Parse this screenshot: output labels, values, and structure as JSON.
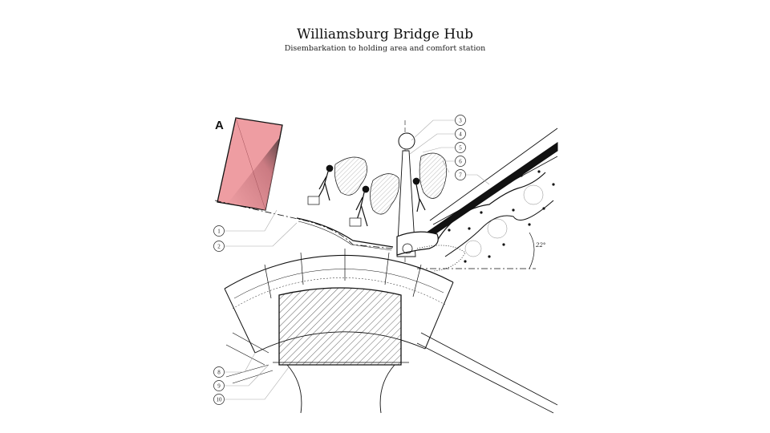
{
  "header": {
    "title": "Williamsburg Bridge Hub",
    "subtitle": "Disembarkation to holding area and comfort station"
  },
  "diagram": {
    "section_marker": "A",
    "angle_label": "22°",
    "callouts": [
      "1",
      "2",
      "3",
      "4",
      "5",
      "6",
      "7",
      "8",
      "9",
      "10"
    ],
    "colors": {
      "highlight": "#e8959a",
      "ink": "#111111",
      "leader": "#999999"
    }
  }
}
